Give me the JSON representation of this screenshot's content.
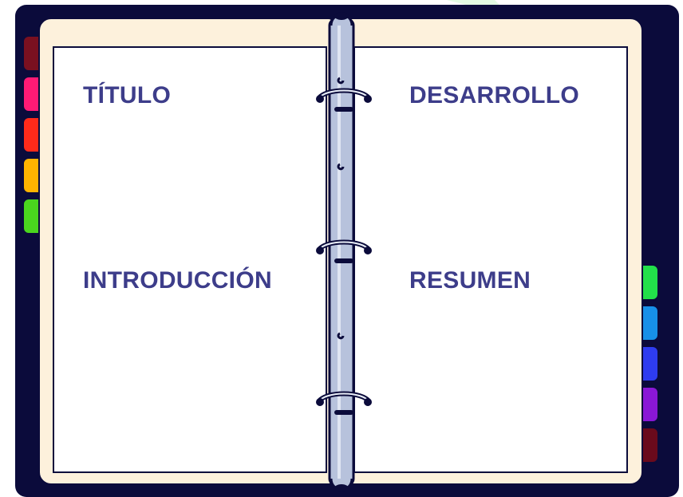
{
  "sections": {
    "title": "TÍTULO",
    "introduction": "INTRODUCCIÓN",
    "development": "DESARROLLO",
    "summary": "RESUMEN"
  },
  "colors": {
    "binder": "#0b0b3b",
    "page": "#fdf1dc",
    "sheet": "#ffffff",
    "heading": "#3d3d8a",
    "spine": "#b7c2dc"
  },
  "tabs": {
    "left": [
      {
        "color": "#7a1020"
      },
      {
        "color": "#ff1a75"
      },
      {
        "color": "#ff2a1a"
      },
      {
        "color": "#ffb300"
      },
      {
        "color": "#4ad61e"
      }
    ],
    "right": [
      {
        "color": "#22e04a"
      },
      {
        "color": "#1790e8"
      },
      {
        "color": "#2e3cf0"
      },
      {
        "color": "#8a17d6"
      },
      {
        "color": "#6a0a1c"
      }
    ]
  },
  "decorations": {
    "background_shapes": "light-green-triangles"
  }
}
